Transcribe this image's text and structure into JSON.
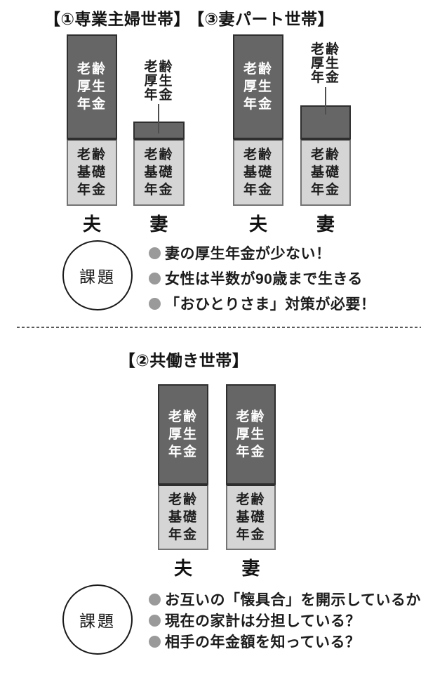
{
  "labels": {
    "kosei_lines": [
      "老齢",
      "厚生",
      "年金"
    ],
    "kiso_lines": [
      "老齢",
      "基礎",
      "年金"
    ]
  },
  "issues_top": {
    "badge": "課題",
    "items": [
      "妻の厚生年金が少ない！",
      "女性は半数が90歳まで生きる",
      "「おひとりさま」対策が必要！"
    ]
  },
  "issues_bottom": {
    "badge": "課題",
    "items": [
      "お互いの「懐具合」を開示しているか",
      "現在の家計は分担している？",
      "相手の年金額を知っている？"
    ]
  },
  "colors": {
    "kosei_fill": "#666666",
    "kiso_fill": "#d5d5d5",
    "bar_border_dark": "#2e2e2e",
    "bar_border_light": "#747474",
    "bullet_dot": "#9a9a9a",
    "text": "#1c1c1c"
  },
  "chart_data": [
    {
      "type": "bar",
      "stacked": true,
      "title": "【①専業主婦世帯】",
      "categories": [
        "夫",
        "妻"
      ],
      "series": [
        {
          "name": "老齢厚生年金",
          "values": [
            149,
            25
          ]
        },
        {
          "name": "老齢基礎年金",
          "values": [
            95,
            95
          ]
        }
      ],
      "units": "relative stacked-bar heights in px (no numeric axis shown)",
      "legend": "none",
      "grid": false
    },
    {
      "type": "bar",
      "stacked": true,
      "title": "【③妻パート世帯】",
      "categories": [
        "夫",
        "妻"
      ],
      "series": [
        {
          "name": "老齢厚生年金",
          "values": [
            149,
            48
          ]
        },
        {
          "name": "老齢基礎年金",
          "values": [
            95,
            95
          ]
        }
      ],
      "units": "relative stacked-bar heights in px (no numeric axis shown)",
      "legend": "none",
      "grid": false
    },
    {
      "type": "bar",
      "stacked": true,
      "title": "【②共働き世帯】",
      "categories": [
        "夫",
        "妻"
      ],
      "series": [
        {
          "name": "老齢厚生年金",
          "values": [
            143,
            143
          ]
        },
        {
          "name": "老齢基礎年金",
          "values": [
            93,
            93
          ]
        }
      ],
      "units": "relative stacked-bar heights in px (no numeric axis shown)",
      "legend": "none",
      "grid": false
    }
  ]
}
